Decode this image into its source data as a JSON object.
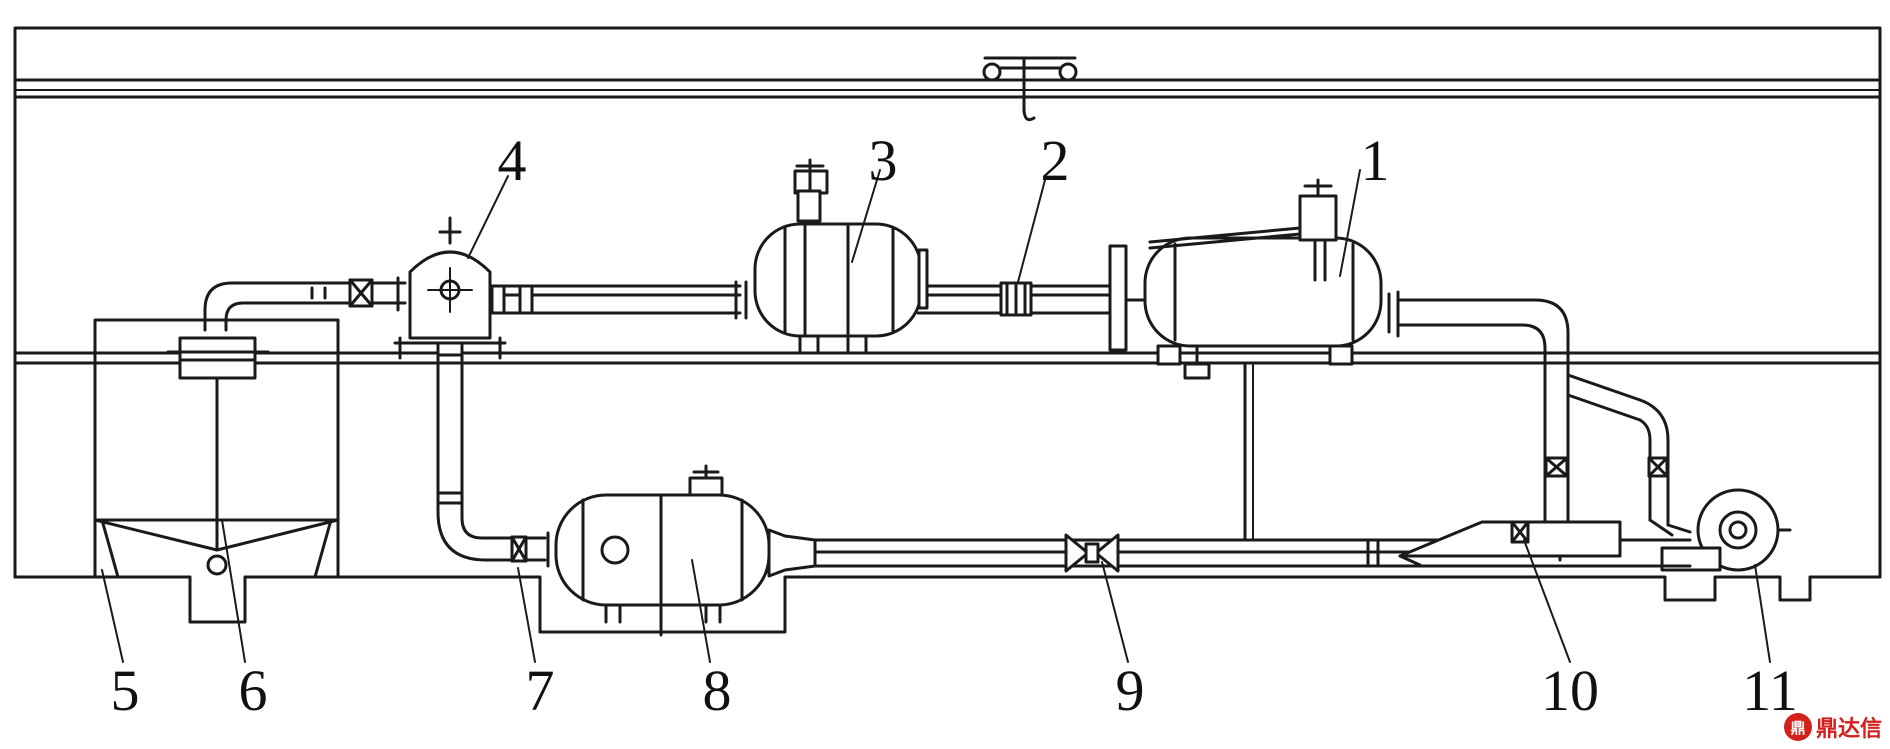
{
  "callouts": [
    "1",
    "2",
    "3",
    "4",
    "5",
    "6",
    "7",
    "8",
    "9",
    "10",
    "11"
  ],
  "colors": {
    "line": "#1a1a1a",
    "background": "#ffffff",
    "watermark": "#d4201c"
  },
  "watermark": {
    "logo_glyph": "鼎",
    "text": "鼎达信"
  }
}
